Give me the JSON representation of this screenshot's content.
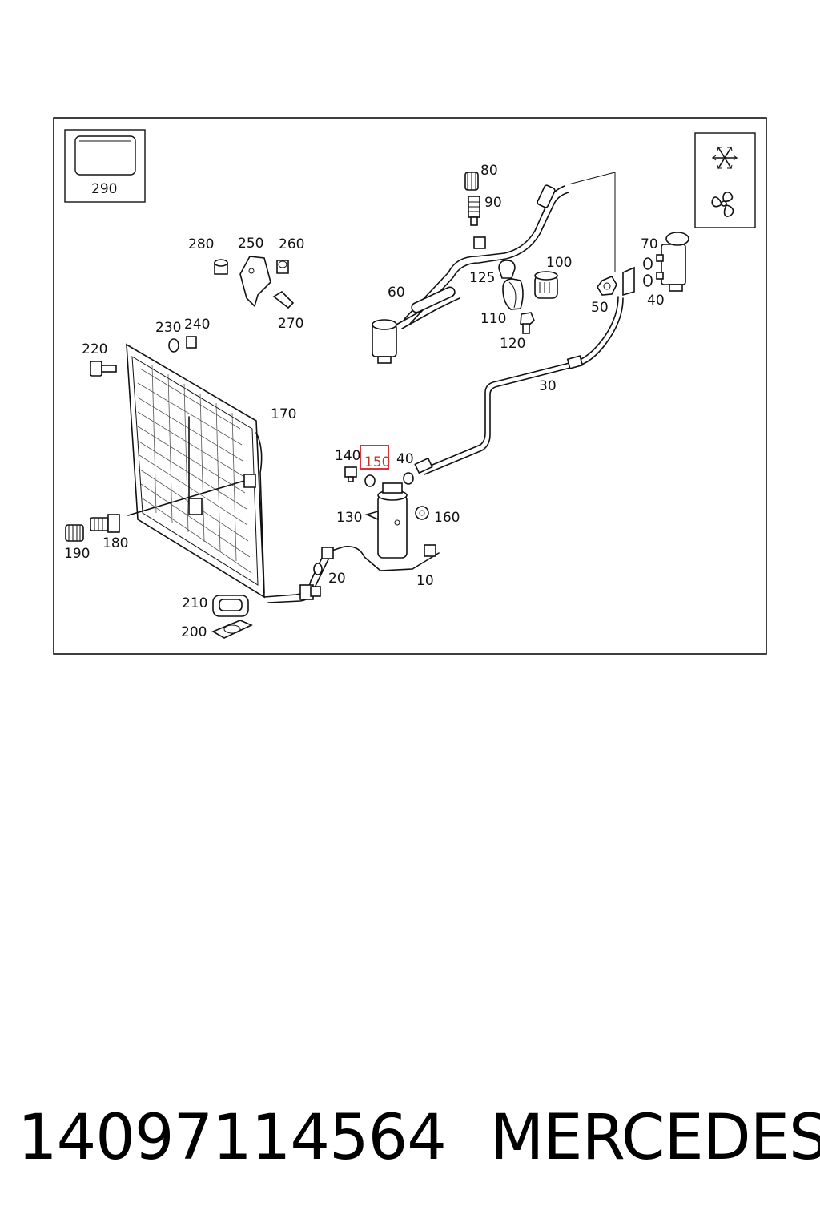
{
  "diagram": {
    "labels": {
      "p10": "10",
      "p20": "20",
      "p30": "30",
      "p40a": "40",
      "p40b": "40",
      "p50": "50",
      "p60": "60",
      "p70": "70",
      "p80": "80",
      "p90": "90",
      "p100": "100",
      "p110": "110",
      "p120": "120",
      "p125": "125",
      "p130": "130",
      "p140": "140",
      "p150": "150",
      "p160": "160",
      "p170": "170",
      "p180": "180",
      "p190": "190",
      "p200": "200",
      "p210": "210",
      "p220": "220",
      "p230": "230",
      "p240": "240",
      "p250": "250",
      "p260": "260",
      "p270": "270",
      "p280": "280",
      "p290": "290"
    },
    "highlighted_label": "150",
    "highlight_color": "#e0303a",
    "icons": [
      "snowflake-icon",
      "fan-icon"
    ]
  },
  "footer": {
    "part_number": "14097114564",
    "brand": "MERCEDES"
  }
}
